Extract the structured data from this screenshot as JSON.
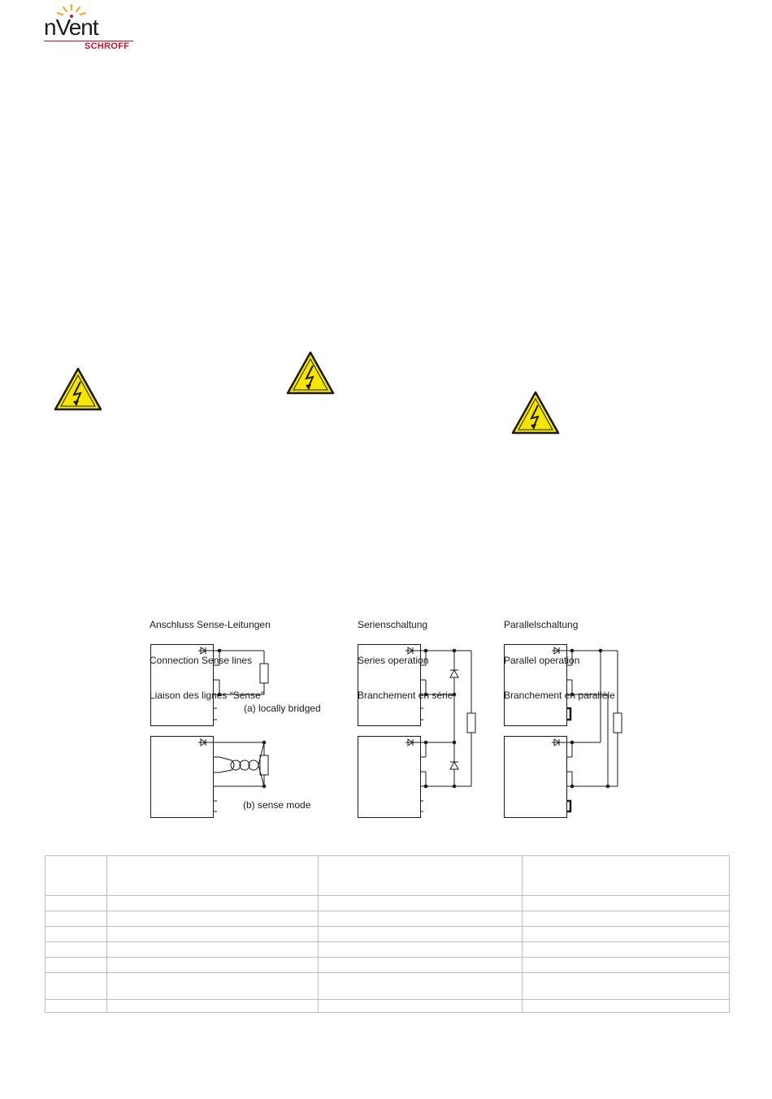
{
  "header": {
    "logo_text": "nVent",
    "logo_brand": "SCHROFF",
    "logo_icon": "sunburst-logo-icon",
    "brand_color": "#c8102e",
    "accent_color": "#f3a712"
  },
  "warnings": [
    {
      "icon": "high-voltage-warning-icon",
      "color": "#f5e500"
    },
    {
      "icon": "high-voltage-warning-icon",
      "color": "#f5e500"
    },
    {
      "icon": "high-voltage-warning-icon",
      "color": "#f5e500"
    }
  ],
  "diagrams": {
    "sense": {
      "title_line1": "Anschluss Sense-Leitungen",
      "title_line2": "Connection Sense lines",
      "title_line3": "Liaison des lignes “Sense”",
      "label_a": "(a) locally bridged",
      "label_b": "(b) sense mode"
    },
    "series": {
      "title_line1": "Serienschaltung",
      "title_line2": "Series operation",
      "title_line3": "Branchement en série"
    },
    "parallel": {
      "title_line1": "Parallelschaltung",
      "title_line2": "Parallel operation",
      "title_line3": "Branchement en parallèle"
    }
  },
  "table": {
    "rows": [
      [
        "",
        "",
        "",
        ""
      ],
      [
        "",
        "",
        "",
        ""
      ],
      [
        "",
        "",
        "",
        ""
      ],
      [
        "",
        "",
        "",
        ""
      ],
      [
        "",
        "",
        "",
        ""
      ],
      [
        "",
        "",
        "",
        ""
      ],
      [
        "",
        "",
        "",
        ""
      ],
      [
        "",
        "",
        "",
        ""
      ]
    ]
  }
}
